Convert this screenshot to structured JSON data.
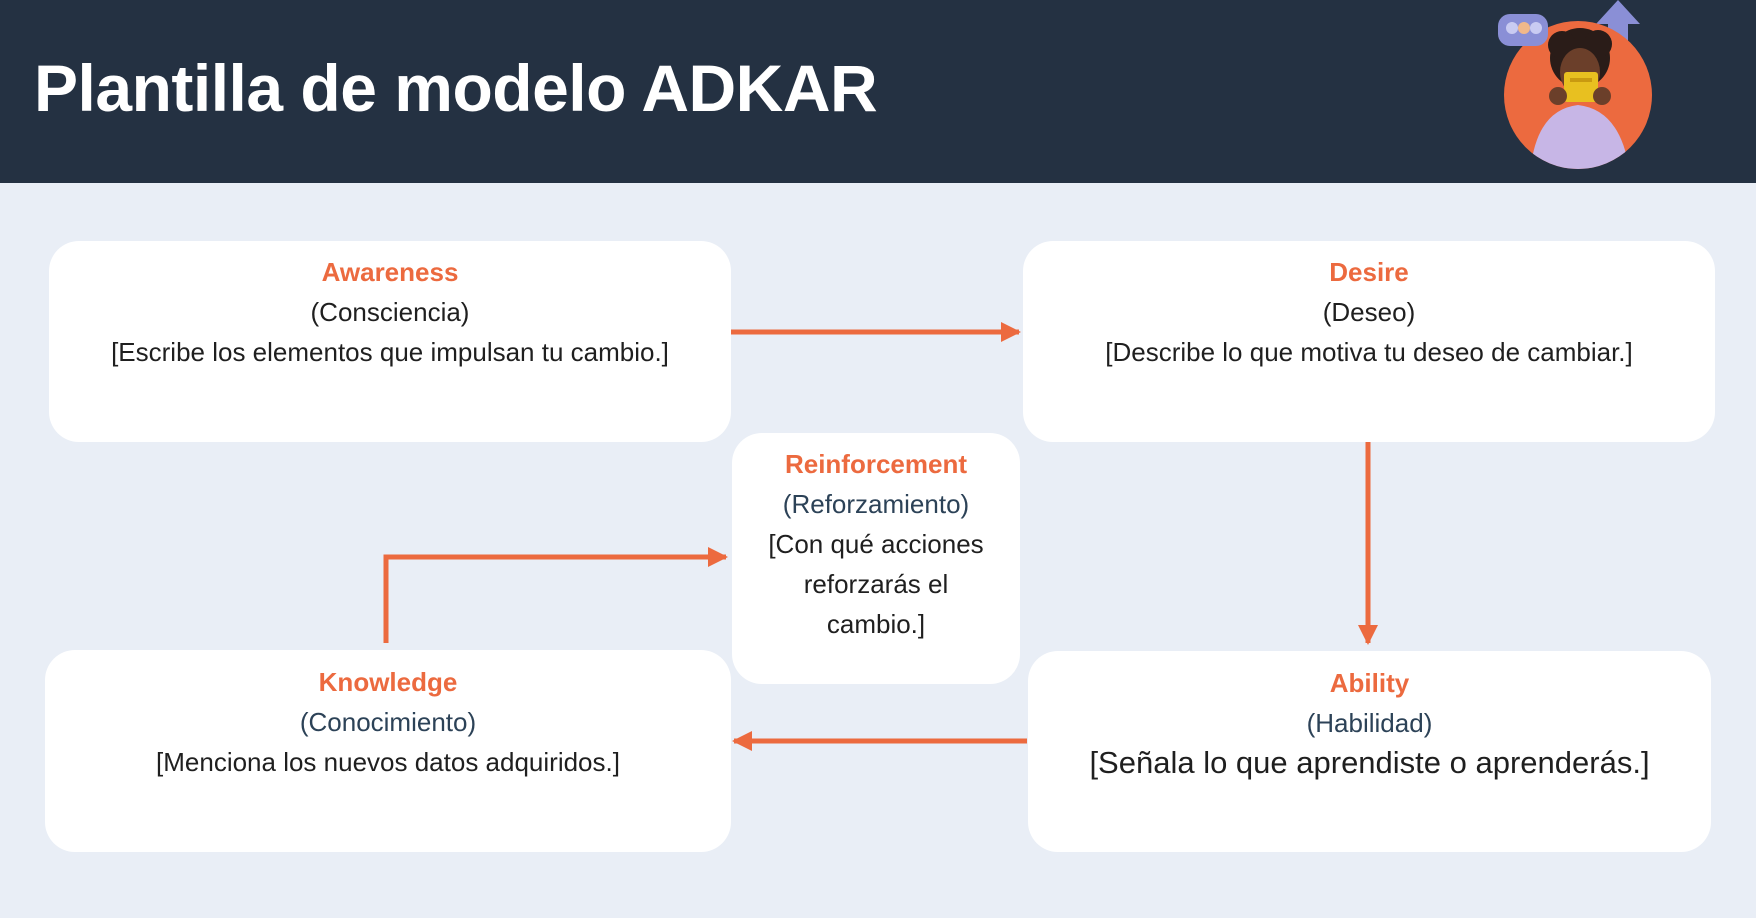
{
  "title": "Plantilla de modelo ADKAR",
  "colors": {
    "header_bg": "#243142",
    "page_bg": "#e9eef6",
    "accent": "#ec6a3f",
    "card_bg": "#ffffff"
  },
  "cards": {
    "awareness": {
      "name": "Awareness",
      "subtitle": "(Consciencia)",
      "description": "[Escribe los elementos que impulsan tu cambio.]"
    },
    "desire": {
      "name": "Desire",
      "subtitle": "(Deseo)",
      "description": "[Describe lo que motiva tu deseo de cambiar.]"
    },
    "knowledge": {
      "name": "Knowledge",
      "subtitle": "(Conocimiento)",
      "description": "[Menciona los nuevos datos adquiridos.]"
    },
    "ability": {
      "name": "Ability",
      "subtitle": "(Habilidad)",
      "description": "[Señala lo que aprendiste o aprenderás.]"
    },
    "reinforcement": {
      "name": "Reinforcement",
      "subtitle": "(Reforzamiento)",
      "description_lines": [
        "[Con qué acciones",
        "reforzarás el",
        "cambio.]"
      ]
    }
  },
  "flow": [
    {
      "from": "awareness",
      "to": "desire"
    },
    {
      "from": "desire",
      "to": "ability"
    },
    {
      "from": "ability",
      "to": "knowledge"
    },
    {
      "from": "knowledge",
      "to": "reinforcement"
    }
  ]
}
